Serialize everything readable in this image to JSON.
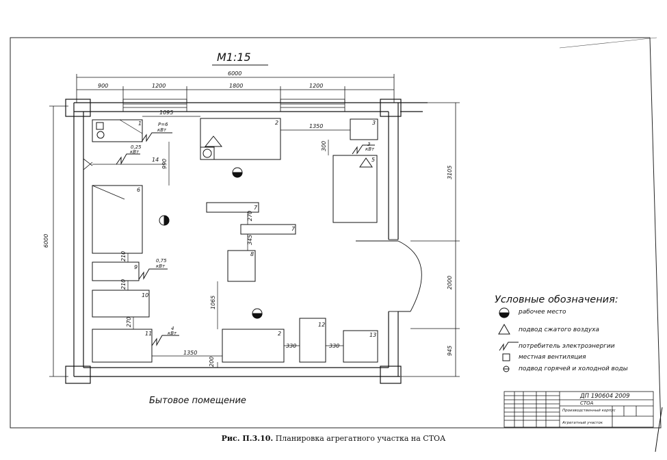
{
  "caption": {
    "bold": "Рис. П.3.10.",
    "text": "Планировка агрегатного участка на СТОА"
  },
  "scale": "M1:15",
  "room_label": "Бытовое помещение",
  "legend": {
    "title": "Условные обозначения:",
    "items": [
      {
        "icon": "workplace-icon",
        "label": "рабочее место"
      },
      {
        "icon": "compressed-air-icon",
        "label": "подвод сжатого воздуха"
      },
      {
        "icon": "power-consumer-icon",
        "label": "потребитель электроэнергии"
      },
      {
        "icon": "ventilation-icon",
        "label": "местная вентиляция"
      },
      {
        "icon": "water-supply-icon",
        "label": "подвод горячей и холодной воды"
      }
    ]
  },
  "dimensions": {
    "total_width": "6000",
    "top_segments": [
      "900",
      "1200",
      "1800",
      "1200"
    ],
    "left_height": "6000",
    "right_segments": [
      "3105",
      "2000",
      "945"
    ],
    "interior": [
      "1095",
      "1350",
      "300",
      "990",
      "270",
      "345",
      "210",
      "210",
      "270",
      "1065",
      "1350",
      "200",
      "330",
      "330"
    ]
  },
  "power": {
    "p1": "P=6",
    "p1_unit": "кВт",
    "p2": "0,25",
    "p2_unit": "кВт",
    "p3": "3",
    "p3_unit": "кВт",
    "p4": "0,75",
    "p4_unit": "кВт",
    "p5": "4",
    "p5_unit": "кВт"
  },
  "equipment_numbers": [
    "1",
    "2",
    "3",
    "5",
    "14",
    "6",
    "7",
    "7",
    "8",
    "9",
    "10",
    "11",
    "2",
    "12",
    "13"
  ],
  "title_block": {
    "code": "ДП 190604 2009",
    "org": "СТОА",
    "part": "Производственный корпус",
    "sheet": "Агрегатный участок"
  }
}
